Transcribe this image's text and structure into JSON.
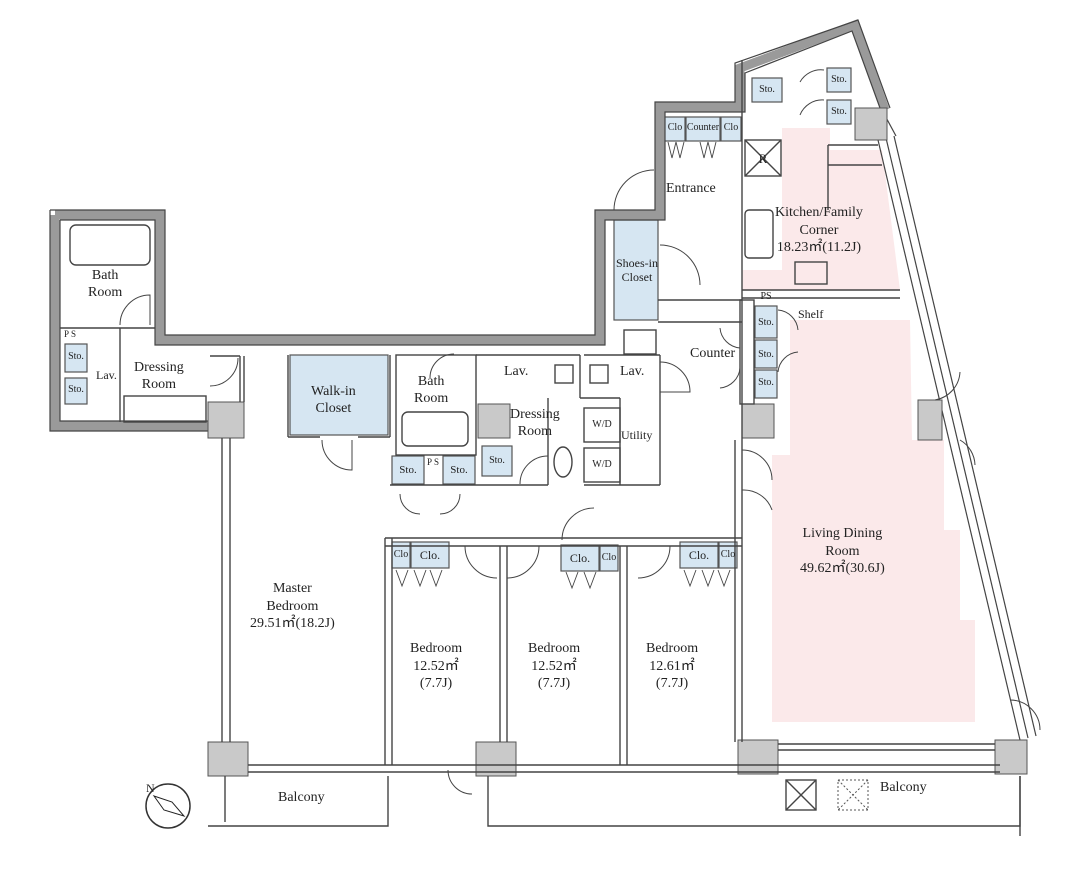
{
  "rooms": {
    "bath_left": {
      "name_line1": "Bath",
      "name_line2": "Room"
    },
    "lav_left": {
      "name": "Lav."
    },
    "dressing_left": {
      "name_line1": "Dressing",
      "name_line2": "Room"
    },
    "walkin": {
      "name_line1": "Walk-in",
      "name_line2": "Closet"
    },
    "bath_center": {
      "name_line1": "Bath",
      "name_line2": "Room"
    },
    "lav_center_left": {
      "name": "Lav."
    },
    "lav_center_right": {
      "name": "Lav."
    },
    "dressing_center": {
      "name_line1": "Dressing",
      "name_line2": "Room"
    },
    "utility": {
      "name": "Utility"
    },
    "shoes_closet": {
      "name_line1": "Shoes-in",
      "name_line2": "Closet"
    },
    "entrance": {
      "name": "Entrance"
    },
    "kitchen": {
      "name_line1": "Kitchen/Family",
      "name_line2": "Corner",
      "area": "18.23㎡(11.2J)"
    },
    "counter": {
      "name": "Counter"
    },
    "shelf": {
      "name": "Shelf"
    },
    "living": {
      "name_line1": "Living Dining",
      "name_line2": "Room",
      "area": "49.62㎡(30.6J)"
    },
    "master": {
      "name_line1": "Master",
      "name_line2": "Bedroom",
      "area": "29.51㎡(18.2J)"
    },
    "bedroom1": {
      "name": "Bedroom",
      "area": "12.52㎡",
      "jou": "(7.7J)"
    },
    "bedroom2": {
      "name": "Bedroom",
      "area": "12.52㎡",
      "jou": "(7.7J)"
    },
    "bedroom3": {
      "name": "Bedroom",
      "area": "12.61㎡",
      "jou": "(7.7J)"
    },
    "balcony_left": {
      "name": "Balcony"
    },
    "balcony_right": {
      "name": "Balcony"
    }
  },
  "tags": {
    "sto": "Sto.",
    "clo": "Clo.",
    "clo_short": "Clo",
    "counter_small": "Counter",
    "ps": "PS",
    "ps_vertical": "P S",
    "wd": "W/D",
    "refrigerator": "R"
  },
  "colors": {
    "wall": "#c9c9c9",
    "wall_outline": "#555555",
    "closet_fill": "#d6e6f2",
    "living_fill": "#fbe9ea",
    "line": "#444444"
  }
}
